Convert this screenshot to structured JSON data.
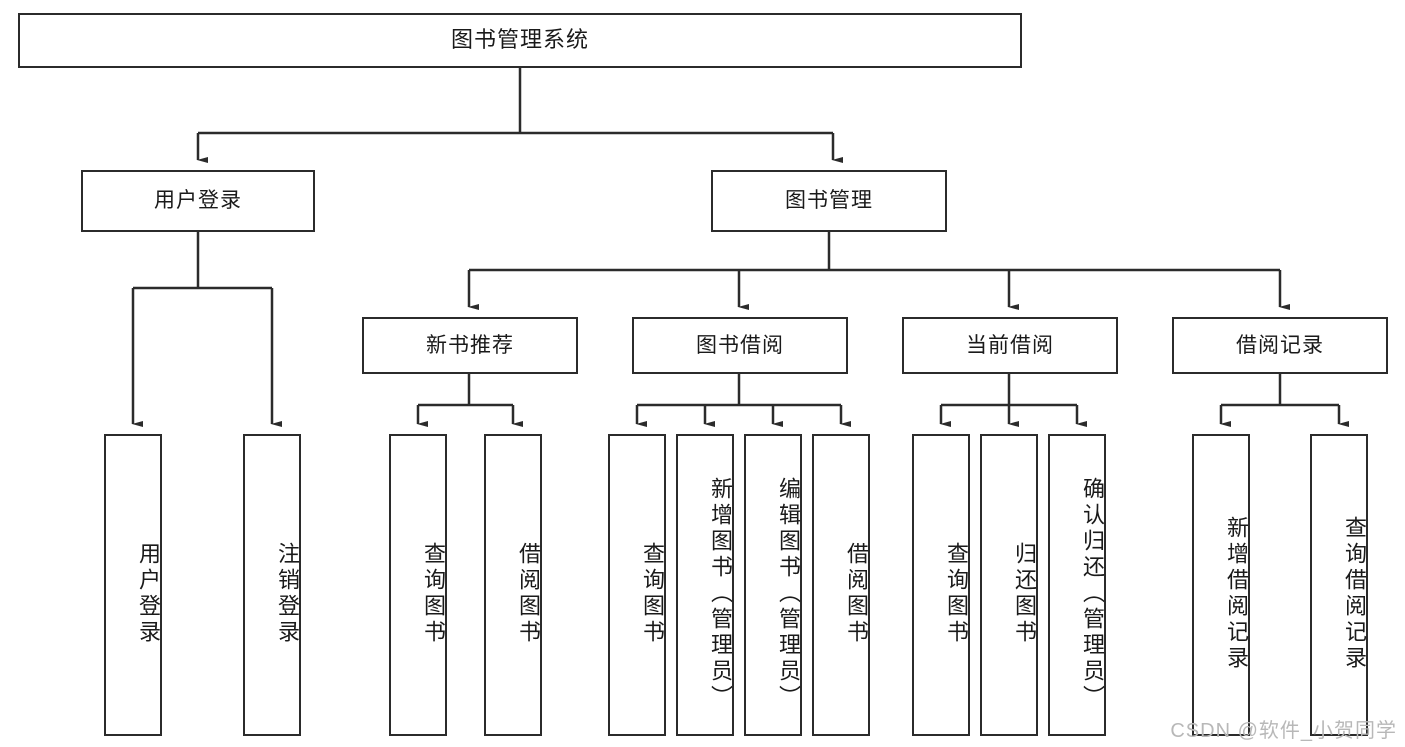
{
  "diagram": {
    "title": "图书管理系统",
    "type": "tree-hierarchy-functional-decomposition",
    "colors": {
      "box_border": "#2b2b2b",
      "box_fill": "#ffffff",
      "connector": "#2b2b2b",
      "text": "#1a1a1a",
      "watermark": "#b8b8b8"
    },
    "root": {
      "label": "图书管理系统"
    },
    "level2": [
      {
        "label": "用户登录"
      },
      {
        "label": "图书管理"
      }
    ],
    "level3": [
      {
        "label": "新书推荐"
      },
      {
        "label": "图书借阅"
      },
      {
        "label": "当前借阅"
      },
      {
        "label": "借阅记录"
      }
    ],
    "leaves": {
      "user_login": [
        {
          "label": "用户登录"
        },
        {
          "label": "注销登录"
        }
      ],
      "new_book_recommend": [
        {
          "label": "查询图书"
        },
        {
          "label": "借阅图书"
        }
      ],
      "book_borrow": [
        {
          "label": "查询图书"
        },
        {
          "label": "新增图书（管理员）"
        },
        {
          "label": "编辑图书（管理员）"
        },
        {
          "label": "借阅图书"
        }
      ],
      "current_borrow": [
        {
          "label": "查询图书"
        },
        {
          "label": "归还图书"
        },
        {
          "label": "确认归还（管理员）"
        }
      ],
      "borrow_records": [
        {
          "label": "新增借阅记录"
        },
        {
          "label": "查询借阅记录"
        }
      ]
    }
  },
  "watermark": {
    "text": "CSDN @软件_小贺同学"
  }
}
